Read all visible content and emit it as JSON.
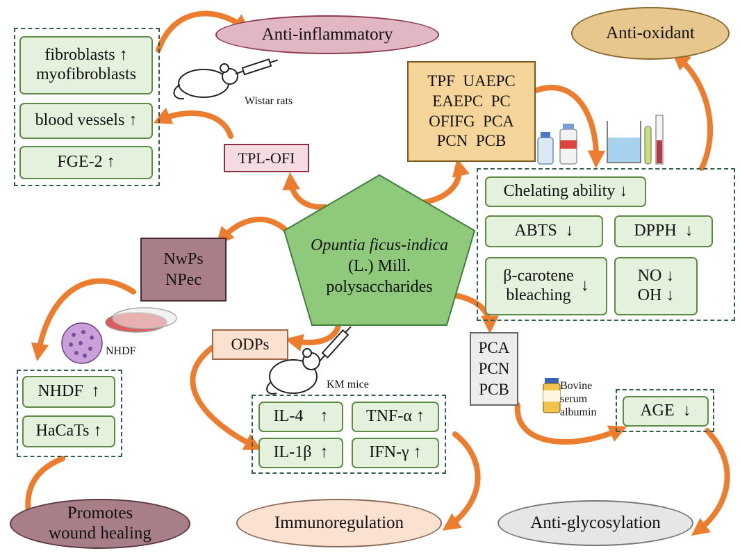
{
  "center": {
    "lines": [
      "Opuntia ficus-indica",
      "(L.) Mill.",
      "polysaccharides"
    ]
  },
  "effects": {
    "anti_inflammatory": "Anti-inflammatory",
    "anti_oxidant": "Anti-oxidant",
    "promotes_wound_healing": [
      "Promotes",
      "wound healing"
    ],
    "immunoregulation": "Immunoregulation",
    "anti_glycosylation": "Anti-glycosylation"
  },
  "compounds": {
    "tpl_ofi": "TPL-OFI",
    "antioxidant_list": [
      "TPF  UAEPC",
      "EAEPC  PC",
      "OFIFG  PCA",
      "PCN  PCB"
    ],
    "nwps_npec": [
      "NwPs",
      "NPec"
    ],
    "odps": "ODPs",
    "pca_pcn_pcb": [
      "PCA",
      "PCN",
      "PCB"
    ]
  },
  "models": {
    "wistar": "Wistar rats",
    "nhdf": "NHDF",
    "km_mice": "KM mice",
    "bsa": [
      "Bovine",
      "serum",
      "albumin"
    ]
  },
  "inflammation_markers": [
    [
      "fibroblasts ↑",
      "myofibroblasts"
    ],
    "blood vessels ↑",
    "FGE-2 ↑"
  ],
  "oxidant_markers": {
    "chelating": "Chelating ability ↓",
    "abts": "ABTS  ↓",
    "dpph": "DPPH  ↓",
    "carotene": [
      "β-carotene",
      "bleaching"
    ],
    "carotene_arrow": "↓",
    "no_oh": [
      "NO ↓",
      "OH ↓"
    ]
  },
  "wound_markers": [
    "NHDF  ↑",
    "HaCaTs ↑"
  ],
  "immune_markers": [
    "IL-4    ↑",
    "TNF-α ↑",
    "IL-1β  ↑",
    "IFN-γ ↑"
  ],
  "glyco_marker": "AGE  ↓",
  "colors": {
    "arrow": "#ec7d2f",
    "marker_fill": "#e4f2dd",
    "marker_border": "#5d8a44",
    "center_fill": "#8fc97b",
    "anti_inflammatory_fill": "#e2b7c4",
    "anti_oxidant_fill": "#e8c78f",
    "wound_fill": "#a87f88",
    "immuno_fill": "#fbe1cf",
    "glyco_fill": "#e6e6e6"
  }
}
